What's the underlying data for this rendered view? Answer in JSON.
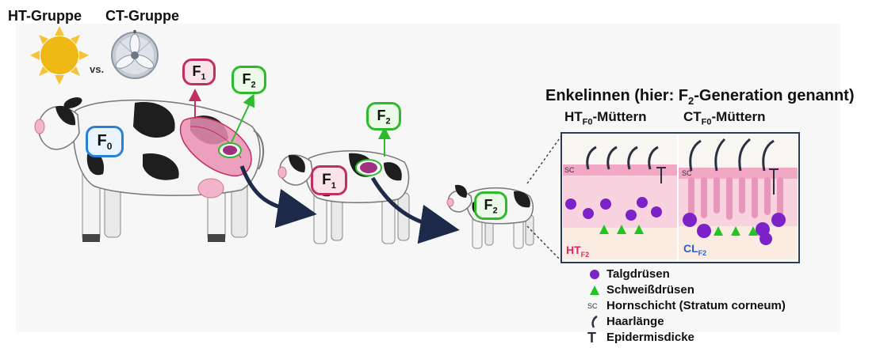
{
  "groups": {
    "ht": "HT-Gruppe",
    "ct": "CT-Gruppe",
    "vs": "vs."
  },
  "generations": {
    "f0": "F",
    "f0_sub": "0",
    "f1": "F",
    "f1_sub": "1",
    "f2": "F",
    "f2_sub": "2"
  },
  "panel": {
    "title_main": "Enkelinnen (hier: F",
    "title_sub": "2",
    "title_rest": "-Generation genannt)",
    "col1_main": "HT",
    "col1_sub": "F0",
    "col1_rest": "-Müttern",
    "col2_main": "CT",
    "col2_sub": "F0",
    "col2_rest": "-Müttern",
    "skin1_label_main": "HT",
    "skin1_label_sub": "F2",
    "skin2_label_main": "CL",
    "skin2_label_sub": "F2",
    "sc_tag": "SC",
    "t_tag": "T"
  },
  "legend": [
    {
      "icon": "circle-icon",
      "label": "Talgdrüsen",
      "color": "#7b22c9"
    },
    {
      "icon": "triangle-icon",
      "label": "Schweißdrüsen",
      "color": "#22c421"
    },
    {
      "icon": "sc-icon",
      "label": "Hornschicht (Stratum corneum)",
      "text": "SC"
    },
    {
      "icon": "hair-icon",
      "label": "Haarlänge"
    },
    {
      "icon": "t-icon",
      "label": "Epidermisdicke",
      "text": "T"
    }
  ],
  "colors": {
    "f0": "#2a7fd6",
    "f1": "#c0305e",
    "f2": "#2dbb2d",
    "ht_label": "#e0266a",
    "cl_label": "#2a5fd6",
    "arrow": "#1d2a4a"
  }
}
